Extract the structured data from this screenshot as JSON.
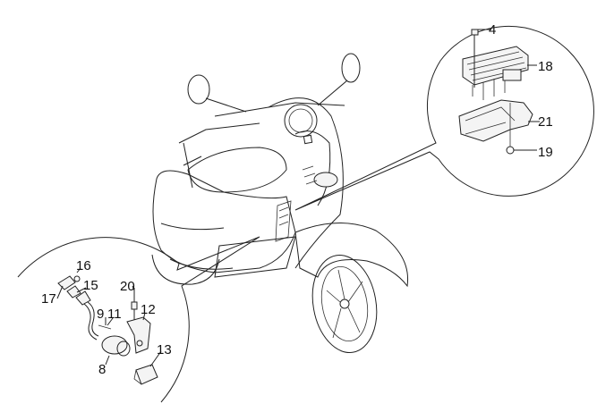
{
  "diagram": {
    "title": "Voltage regulators - Electronic control units (ecu) - H.T. coil",
    "callouts": {
      "c4": "4",
      "c18": "18",
      "c21": "21",
      "c19": "19",
      "c16": "16",
      "c15": "15",
      "c17": "17",
      "c20": "20",
      "c12": "12",
      "c9": "9",
      "c11": "11",
      "c8": "8",
      "c13": "13"
    }
  }
}
